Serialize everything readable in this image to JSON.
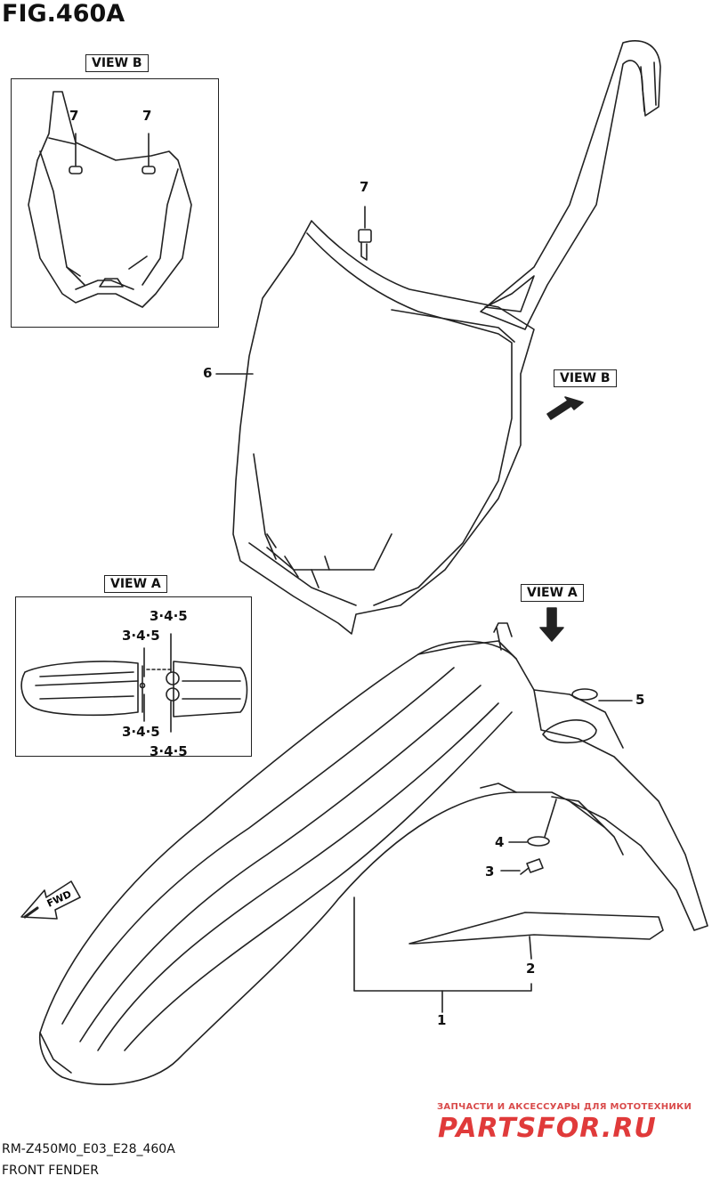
{
  "figure": {
    "title": "FIG.460A",
    "code": "RM-Z450M0_E03_E28_460A",
    "name": "FRONT FENDER"
  },
  "views": {
    "view_b_label": "VIEW B",
    "view_a_label": "VIEW A",
    "view_b_arrow_label": "VIEW B",
    "view_a_arrow_label": "VIEW A"
  },
  "callouts": {
    "c1": "1",
    "c2": "2",
    "c3": "3",
    "c4": "4",
    "c5": "5",
    "c6": "6",
    "c7_main": "7",
    "c7_viewb_left": "7",
    "c7_viewb_right": "7",
    "va_top_right": "3·4·5",
    "va_top_left": "3·4·5",
    "va_bottom_left": "3·4·5",
    "va_bottom_right": "3·4·5"
  },
  "fwd_label": "FWD",
  "watermark": {
    "tagline": "ЗАПЧАСТИ И АКСЕССУАРЫ ДЛЯ МОТОТЕХНИКИ",
    "brand": "PARTSFOR.RU"
  },
  "colors": {
    "line": "#222222",
    "watermark": "#e03a3a"
  }
}
